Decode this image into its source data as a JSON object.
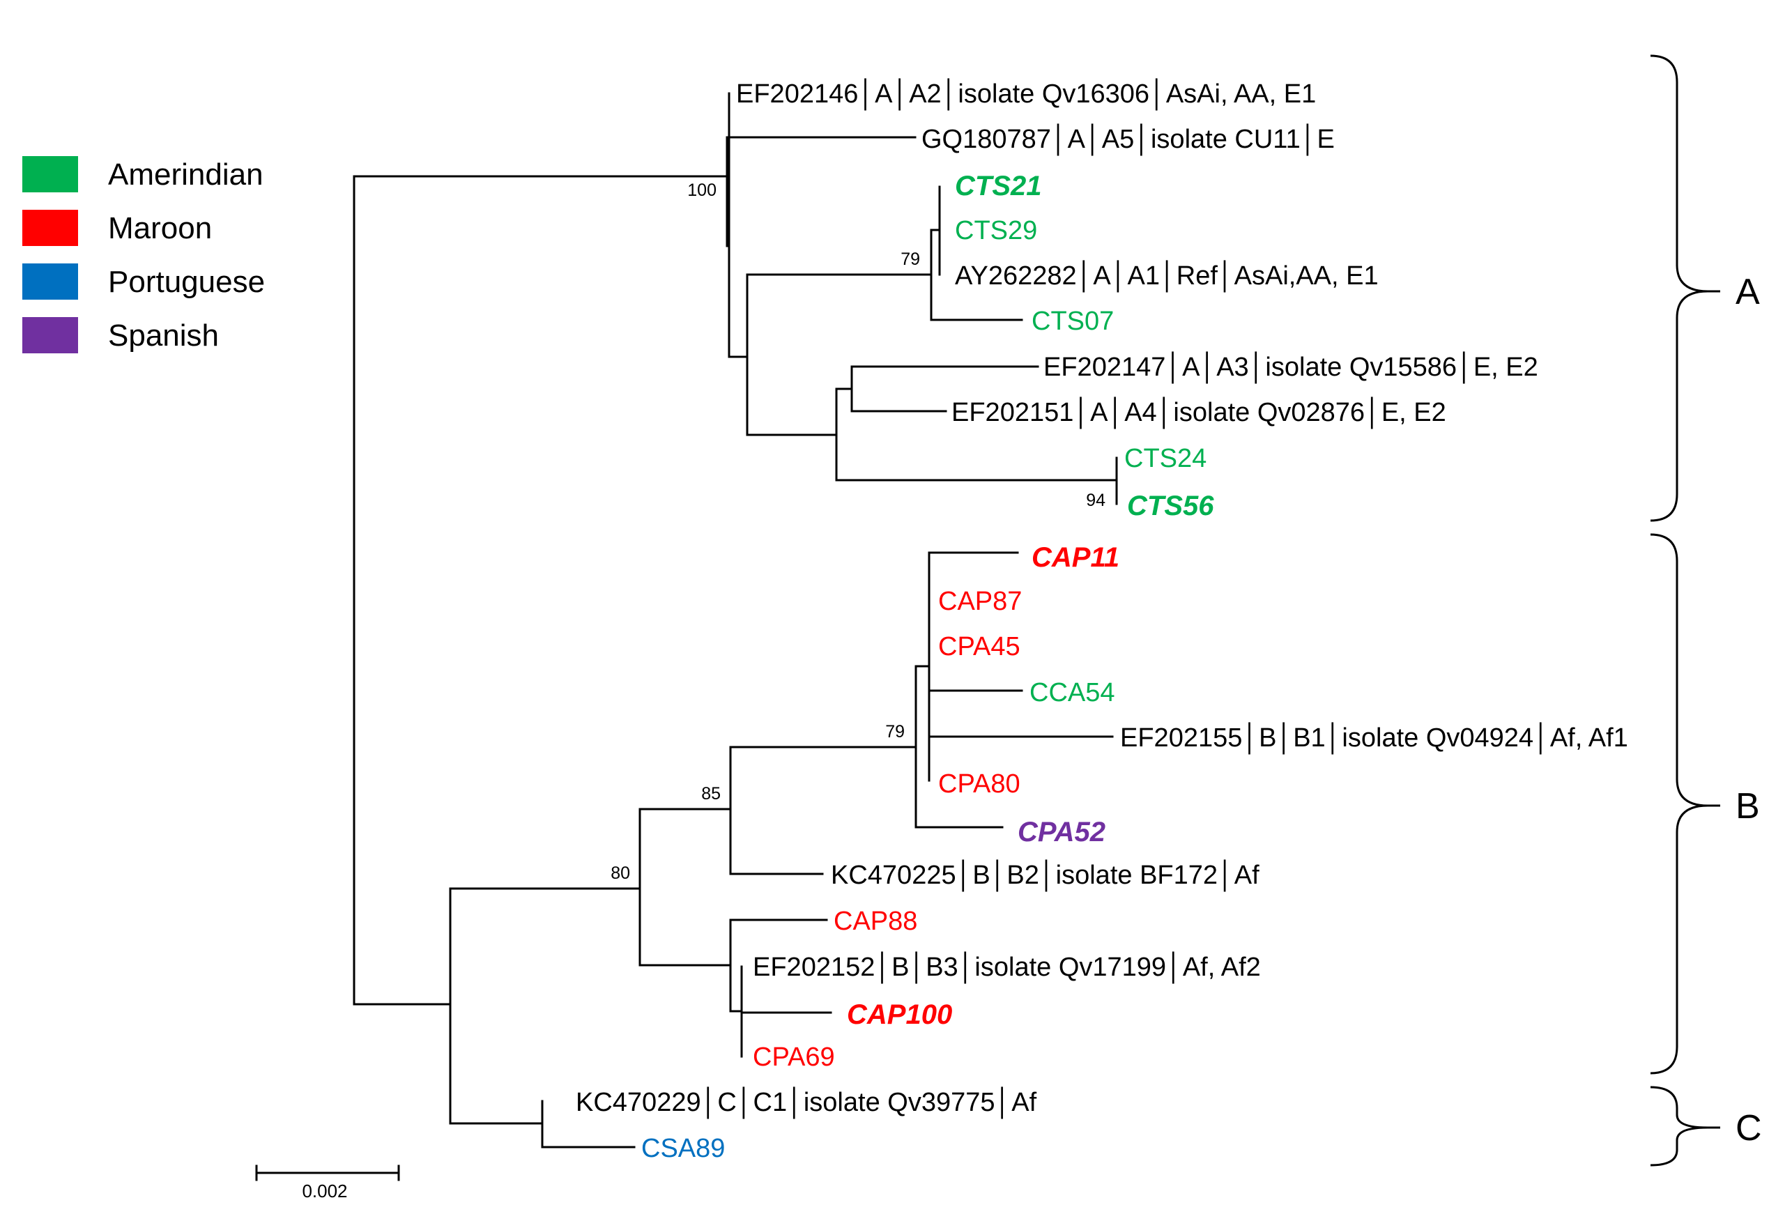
{
  "legend": {
    "items": [
      {
        "label": "Amerindian",
        "color": "#00b050"
      },
      {
        "label": "Maroon",
        "color": "#ff0000"
      },
      {
        "label": "Portuguese",
        "color": "#0070c0"
      },
      {
        "label": "Spanish",
        "color": "#7030a0"
      }
    ]
  },
  "colors": {
    "default": "#000000"
  },
  "leaves": {
    "ef202146": {
      "label": "EF202146│A│A2│isolate Qv16306│AsAi, AA, E1"
    },
    "gq180787": {
      "label": "GQ180787│A│A5│isolate CU11│E"
    },
    "cts21": {
      "label": "CTS21",
      "group": "Amerindian",
      "emphasis": true
    },
    "cts29": {
      "label": "CTS29",
      "group": "Amerindian"
    },
    "ay262282": {
      "label": "AY262282│A│A1│Ref│AsAi,AA, E1"
    },
    "cts07": {
      "label": "CTS07",
      "group": "Amerindian"
    },
    "ef202147": {
      "label": "EF202147│A│A3│isolate Qv15586│E, E2"
    },
    "ef202151": {
      "label": "EF202151│A│A4│isolate Qv02876│E, E2"
    },
    "cts24": {
      "label": "CTS24",
      "group": "Amerindian"
    },
    "cts56": {
      "label": "CTS56",
      "group": "Amerindian",
      "emphasis": true
    },
    "cap11": {
      "label": "CAP11",
      "group": "Maroon",
      "emphasis": true
    },
    "cap87": {
      "label": "CAP87",
      "group": "Maroon"
    },
    "cpa45": {
      "label": "CPA45",
      "group": "Maroon"
    },
    "cca54": {
      "label": "CCA54",
      "group": "Amerindian"
    },
    "ef202155": {
      "label": "EF202155│B│B1│isolate Qv04924│Af, Af1"
    },
    "cpa80": {
      "label": "CPA80",
      "group": "Maroon"
    },
    "cpa52": {
      "label": "CPA52",
      "group": "Spanish",
      "emphasis": true
    },
    "kc470225": {
      "label": "KC470225│B│B2│isolate BF172│Af"
    },
    "cap88": {
      "label": "CAP88",
      "group": "Maroon"
    },
    "ef202152": {
      "label": "EF202152│B│B3│isolate Qv17199│Af, Af2"
    },
    "cap100": {
      "label": "CAP100",
      "group": "Maroon",
      "emphasis": true
    },
    "cpa69": {
      "label": "CPA69",
      "group": "Maroon"
    },
    "kc470229": {
      "label": "KC470229│C│C1│isolate Qv39775│Af"
    },
    "csa89": {
      "label": "CSA89",
      "group": "Portuguese"
    }
  },
  "bootstrap": {
    "n100": "100",
    "n79a": "79",
    "n94": "94",
    "n79b": "79",
    "n85": "85",
    "n80": "80"
  },
  "clades": {
    "A": "A",
    "B": "B",
    "C": "C"
  },
  "scale_bar": {
    "label": "0.002"
  }
}
